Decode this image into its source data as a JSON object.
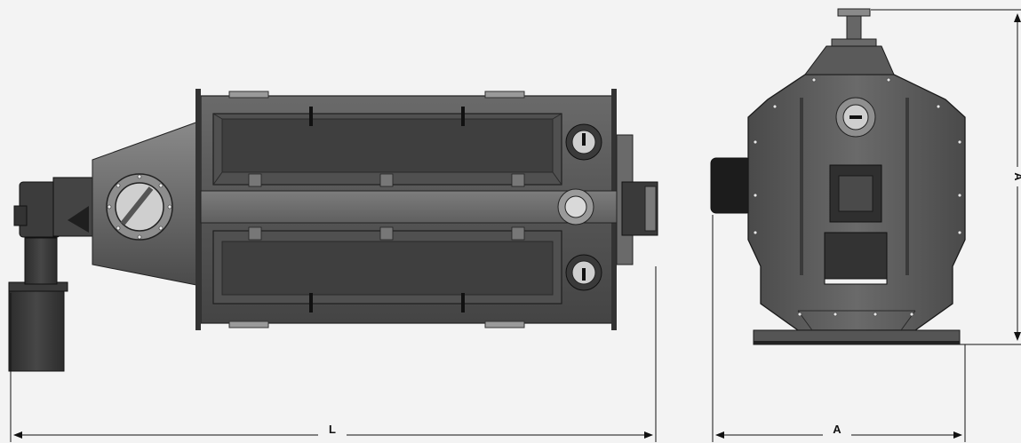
{
  "drawing": {
    "background": "#f3f3f3",
    "body_color": "#5a5a5a",
    "dark_color": "#2e2e2e",
    "light_color": "#9a9a9a",
    "line_color": "#222222"
  },
  "dimensions": {
    "length_label": "L",
    "width_label": "A",
    "height_label": "A"
  }
}
